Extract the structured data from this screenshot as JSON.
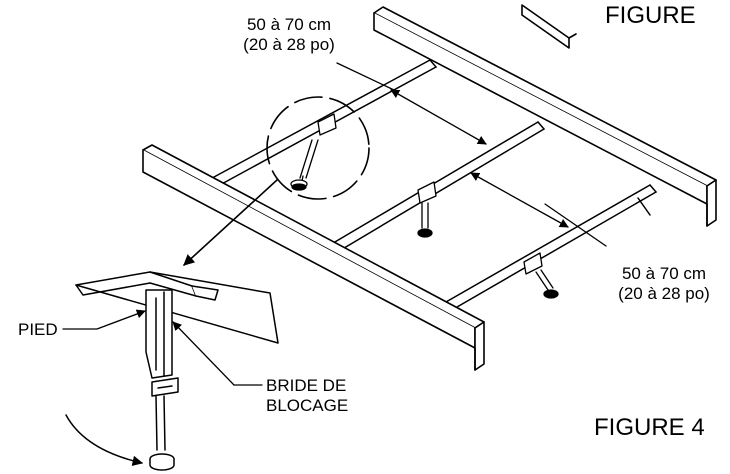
{
  "labels": {
    "spacing_top_line1": "50 à 70 cm",
    "spacing_top_line2": "(20 à 28 po)",
    "spacing_right_line1": "50 à 70 cm",
    "spacing_right_line2": "(20 à 28 po)",
    "pied": "PIED",
    "bride_line1": "BRIDE DE",
    "bride_line2": "BLOCAGE",
    "figure_top": "FIGURE",
    "figure_bottom": "FIGURE 4"
  },
  "colors": {
    "stroke": "#000000",
    "fill": "#ffffff",
    "shade": "#d0d0d0"
  }
}
